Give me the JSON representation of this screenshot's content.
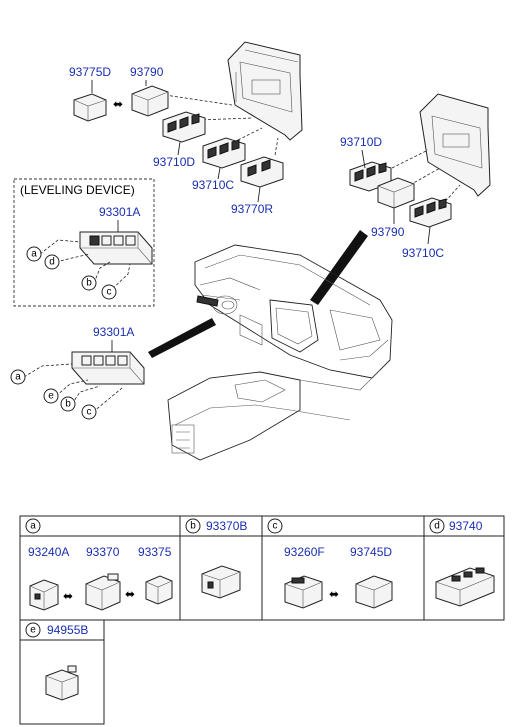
{
  "callouts": {
    "p93775D": "93775D",
    "p93790_top": "93790",
    "p93710D_top": "93710D",
    "p93710C_top": "93710C",
    "p93770R": "93770R",
    "p93710D_right": "93710D",
    "p93790_right": "93790",
    "p93710C_right": "93710C",
    "p93301A_top": "93301A",
    "p93301A_mid": "93301A"
  },
  "leveling_device_label": "(LEVELING DEVICE)",
  "circle_letters": [
    "a",
    "b",
    "c",
    "d",
    "e"
  ],
  "table": {
    "cells": [
      {
        "letter": "a",
        "parts": [
          "93240A",
          "93370",
          "93375"
        ]
      },
      {
        "letter": "b",
        "parts": [
          "93370B"
        ]
      },
      {
        "letter": "c",
        "parts": [
          "93260F",
          "93745D"
        ]
      },
      {
        "letter": "d",
        "parts": [
          "93740"
        ]
      },
      {
        "letter": "e",
        "parts": [
          "94955B"
        ]
      }
    ]
  },
  "colors": {
    "part_number": "#1a2fb0",
    "line": "#222222"
  }
}
